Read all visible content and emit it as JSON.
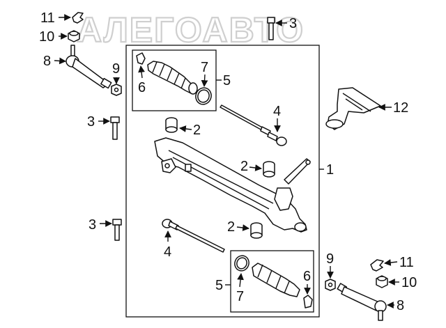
{
  "watermark": "АЛЕГОАВТО",
  "labels": {
    "p1": "1",
    "p2a": "2",
    "p2b": "2",
    "p2c": "2",
    "p3a": "3",
    "p3b": "3",
    "p3c": "3",
    "p4a": "4",
    "p4b": "4",
    "p5a": "5",
    "p5b": "5",
    "p6a": "6",
    "p6b": "6",
    "p7a": "7",
    "p7b": "7",
    "p8a": "8",
    "p8b": "8",
    "p9a": "9",
    "p9b": "9",
    "p10a": "10",
    "p10b": "10",
    "p11a": "11",
    "p11b": "11",
    "p12": "12"
  },
  "colors": {
    "ink": "#111111",
    "watermark": "#cfcfcf",
    "background": "#ffffff"
  }
}
